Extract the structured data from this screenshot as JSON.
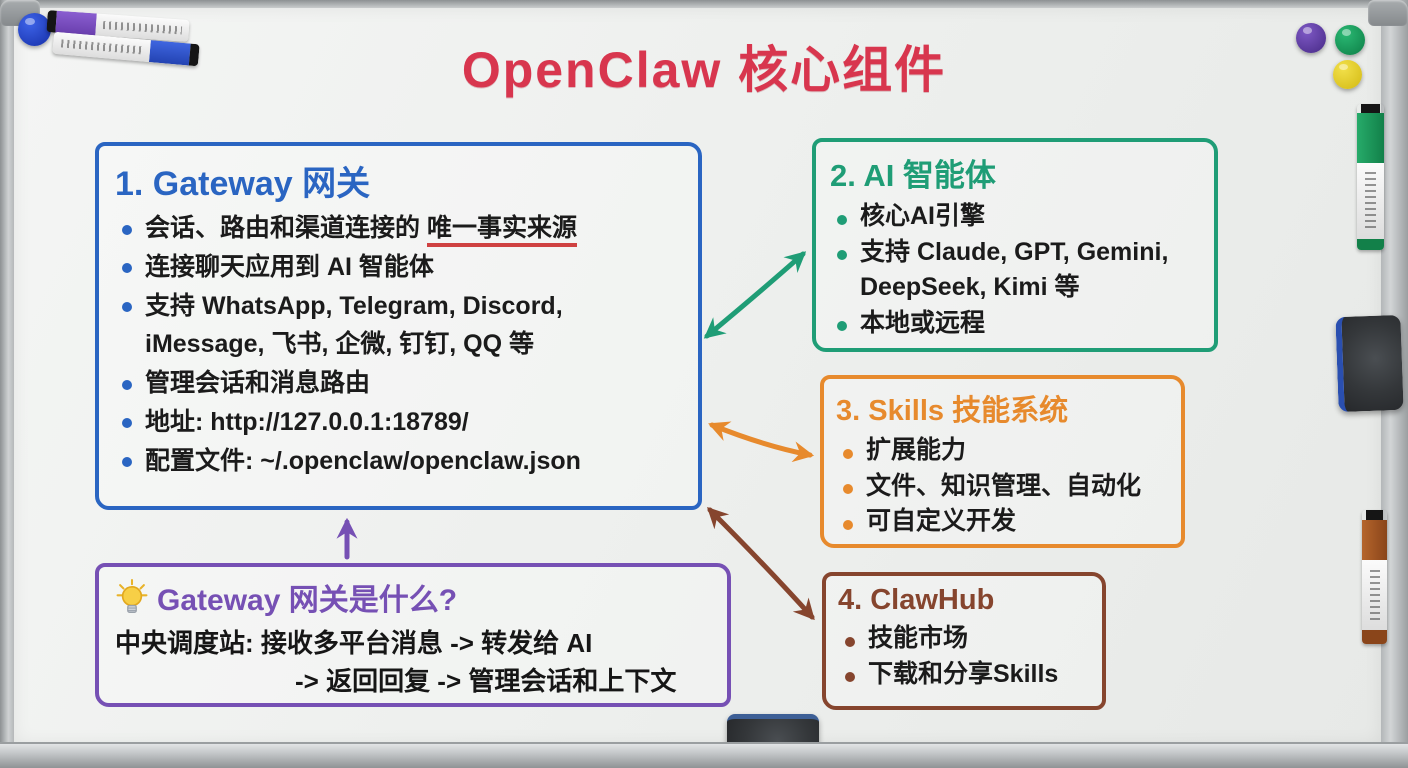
{
  "title": "OpenClaw 核心组件",
  "boxes": {
    "gateway": {
      "heading": "1. Gateway 网关",
      "sot_prefix": "会话、路由和渠道连接的 ",
      "sot_emphasis": "唯一事实来源",
      "bullets": [
        "连接聊天应用到 AI 智能体",
        "支持 WhatsApp, Telegram, Discord, iMessage, 飞书, 企微, 钉钉, QQ 等",
        "管理会话和消息路由",
        "地址: http://127.0.0.1:18789/",
        "配置文件: ~/.openclaw/openclaw.json"
      ]
    },
    "agent": {
      "heading": "2. AI 智能体",
      "bullets": [
        "核心AI引擎",
        "支持 Claude, GPT, Gemini, DeepSeek, Kimi 等",
        "本地或远程"
      ]
    },
    "skills": {
      "heading": "3. Skills 技能系统",
      "bullets": [
        "扩展能力",
        "文件、知识管理、自动化",
        "可自定义开发"
      ]
    },
    "clawhub": {
      "heading": "4. ClawHub",
      "bullets": [
        "技能市场",
        "下载和分享Skills"
      ]
    },
    "note": {
      "icon": "lightbulb-icon",
      "heading": "Gateway 网关是什么?",
      "line1": "中央调度站: 接收多平台消息 -> 转发给 AI",
      "line2": "-> 返回回复 -> 管理会话和上下文"
    }
  },
  "colors": {
    "title_red": "#d8364e",
    "gateway_blue": "#2a65c2",
    "agent_green": "#1f9d76",
    "skills_orange": "#e78a2d",
    "clawhub_brown": "#86452e",
    "note_purple": "#7650b4",
    "body_text": "#1b1b1b",
    "emphasis_underline": "#cf4141"
  },
  "decorations": {
    "magnets": [
      {
        "name": "magnet-blue",
        "color": "#1e3ecf"
      },
      {
        "name": "magnet-purple",
        "color": "#5b3a9e"
      },
      {
        "name": "magnet-green",
        "color": "#12995c"
      },
      {
        "name": "magnet-yellow",
        "color": "#e6cf1e"
      }
    ],
    "markers": [
      {
        "name": "marker-purple-top",
        "color": "#7a4fc0"
      },
      {
        "name": "marker-blue-top",
        "color": "#2b51c8"
      },
      {
        "name": "marker-green-right",
        "color": "#1f9a5e"
      },
      {
        "name": "marker-brown-right",
        "color": "#a3541f"
      },
      {
        "name": "marker-purple-bottom",
        "color": "#8052c0"
      }
    ],
    "erasers": [
      {
        "name": "eraser-right"
      },
      {
        "name": "eraser-bottom"
      }
    ]
  }
}
